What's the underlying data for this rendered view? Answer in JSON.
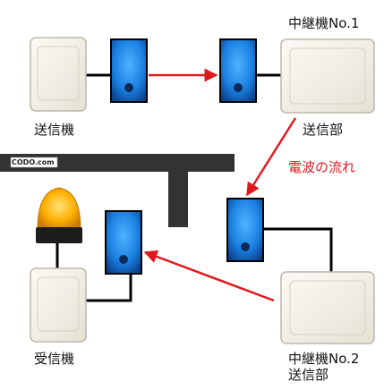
{
  "labels": {
    "transmitter": "送信機",
    "relay1_title": "中継機No.1",
    "relay1_sender": "送信部",
    "radio_flow": "電波の流れ",
    "receiver": "受信機",
    "relay2_title": "中継機No.2",
    "relay2_sender": "送信部"
  },
  "logo_text": "CODO.com",
  "colors": {
    "arrow": "#e0191e",
    "wire": "#000000",
    "antenna_blue": "#1a7fe0",
    "device_body": "#f2efe6",
    "lamp": "#ffb000",
    "wall": "#333333"
  },
  "icons": [
    "transmitter-device-icon",
    "antenna-unit-icon",
    "relay-device-icon",
    "rotating-lamp-icon",
    "receiver-device-icon"
  ]
}
